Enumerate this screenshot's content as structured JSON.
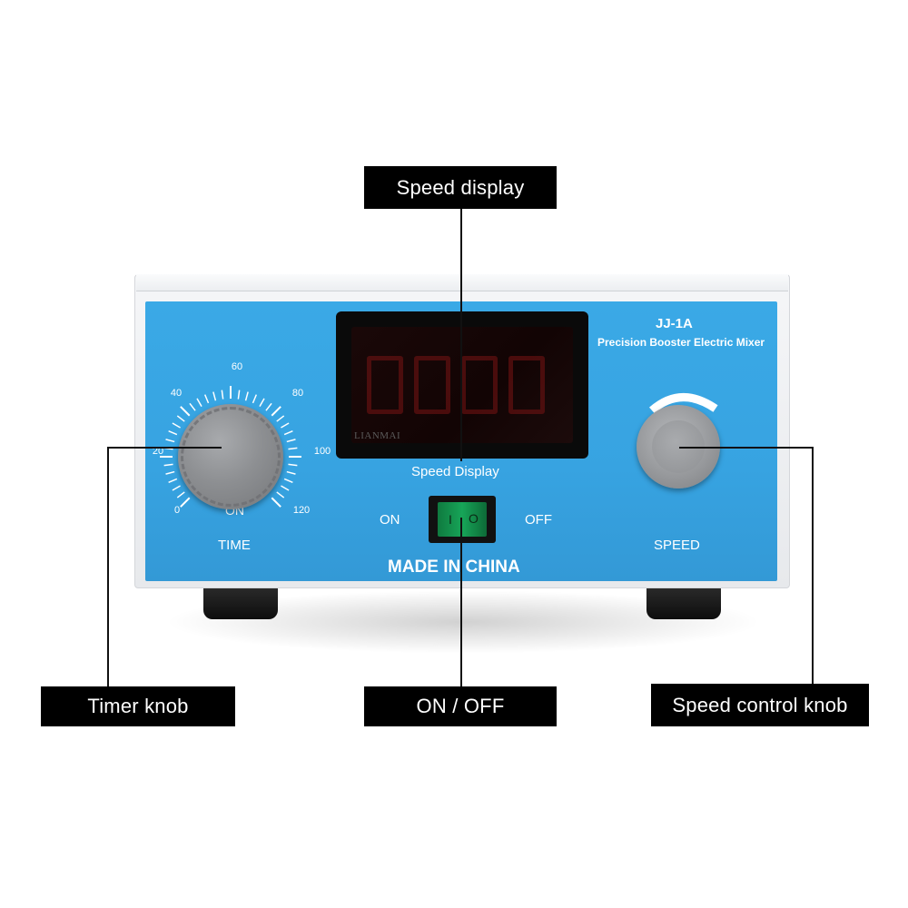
{
  "callouts": {
    "speed_display": "Speed display",
    "timer_knob": "Timer knob",
    "on_off": "ON / OFF",
    "speed_control_knob": "Speed control knob"
  },
  "panel": {
    "model": "JJ-1A",
    "product_name": "Precision Booster Electric Mixer",
    "display_label": "Speed Display",
    "display_brand": "LIANMAI",
    "switch_on_label": "ON",
    "switch_off_label": "OFF",
    "switch_off_symbol": "O",
    "switch_on_symbol": "I",
    "made_in": "MADE IN CHINA",
    "time_label": "TIME",
    "timer_on_label": "ON",
    "speed_label": "SPEED",
    "timer_scale": [
      "0",
      "20",
      "40",
      "60",
      "80",
      "100",
      "120"
    ]
  },
  "colors": {
    "panel_blue": "#38a4e2",
    "rocker_green": "#17a558",
    "callout_bg": "#000000"
  }
}
